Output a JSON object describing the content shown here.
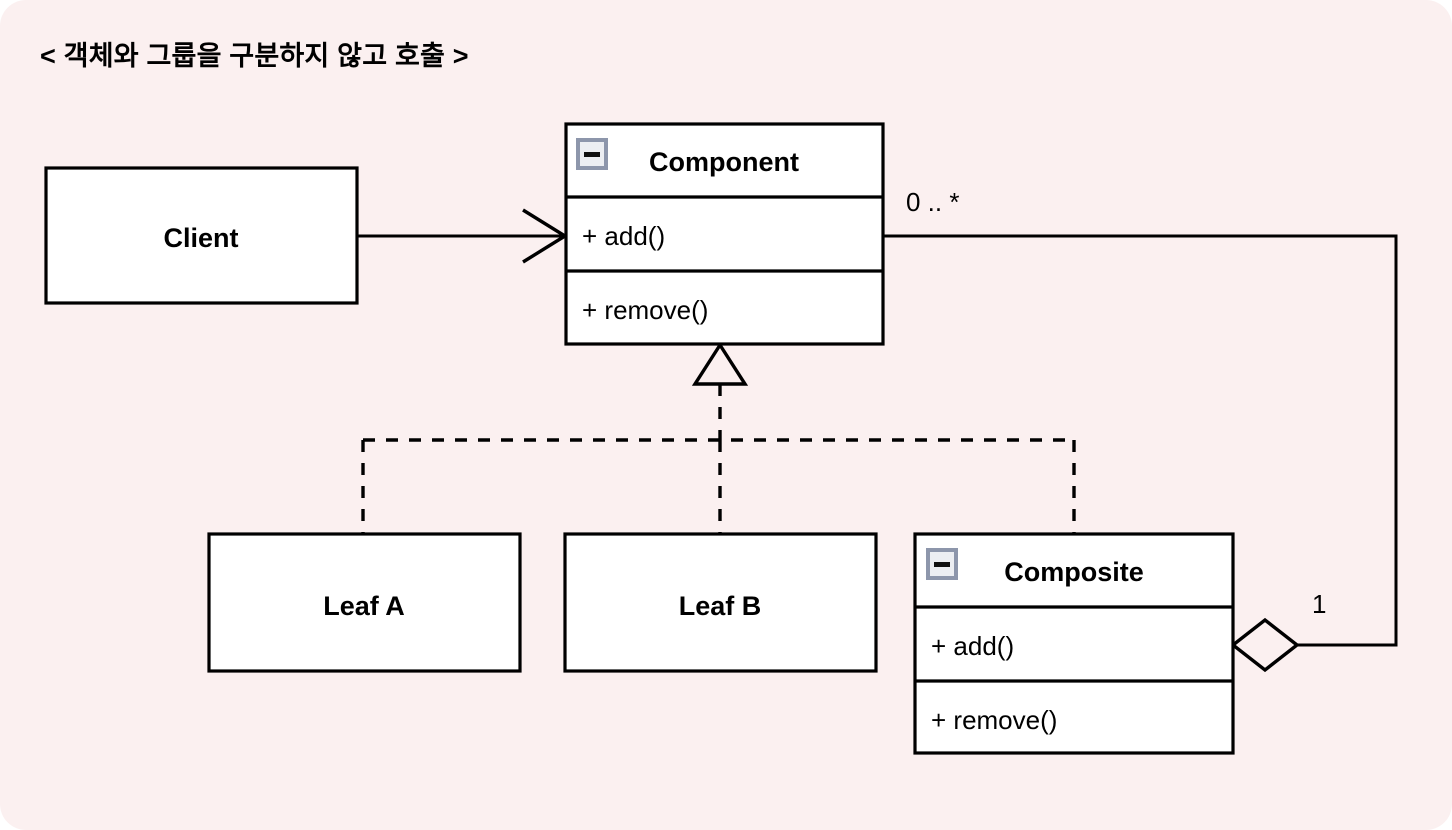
{
  "page": {
    "title": "< 객체와 그룹을 구분하지 않고 호출 >",
    "background_color": "#fbf0f0",
    "line_color": "#000000",
    "box_fill": "#ffffff",
    "icon_border_color": "#8d96ab",
    "icon_fill_color": "#eceef2"
  },
  "diagram": {
    "type": "uml-class-diagram",
    "pattern": "Composite",
    "classes": [
      {
        "id": "client",
        "name": "Client",
        "has_collapse_icon": false,
        "members": []
      },
      {
        "id": "component",
        "name": "Component",
        "has_collapse_icon": true,
        "collapse_icon": "minus-box-icon",
        "members": [
          "+ add()",
          "+ remove()"
        ]
      },
      {
        "id": "leaf-a",
        "name": "Leaf A",
        "has_collapse_icon": false,
        "members": []
      },
      {
        "id": "leaf-b",
        "name": "Leaf B",
        "has_collapse_icon": false,
        "members": []
      },
      {
        "id": "composite",
        "name": "Composite",
        "has_collapse_icon": true,
        "collapse_icon": "minus-box-icon",
        "members": [
          "+ add()",
          "+ remove()"
        ]
      }
    ],
    "relationships": [
      {
        "id": "client-uses-component",
        "from": "client",
        "to": "component",
        "kind": "association-open-arrow",
        "style": "solid",
        "label": ""
      },
      {
        "id": "leaf-a-realizes-component",
        "from": "leaf-a",
        "to": "component",
        "kind": "realization-hollow-triangle",
        "style": "dashed",
        "label": ""
      },
      {
        "id": "leaf-b-realizes-component",
        "from": "leaf-b",
        "to": "component",
        "kind": "realization-hollow-triangle",
        "style": "dashed",
        "label": ""
      },
      {
        "id": "composite-realizes-component",
        "from": "composite",
        "to": "component",
        "kind": "realization-hollow-triangle",
        "style": "dashed",
        "label": ""
      },
      {
        "id": "composite-aggregates-component",
        "from": "composite",
        "to": "component",
        "kind": "aggregation-hollow-diamond",
        "style": "solid",
        "source_multiplicity": "1",
        "target_multiplicity": "0 .. *"
      }
    ],
    "multiplicity_labels": [
      {
        "id": "component-end",
        "text": "0 .. *"
      },
      {
        "id": "composite-end",
        "text": "1"
      }
    ]
  }
}
